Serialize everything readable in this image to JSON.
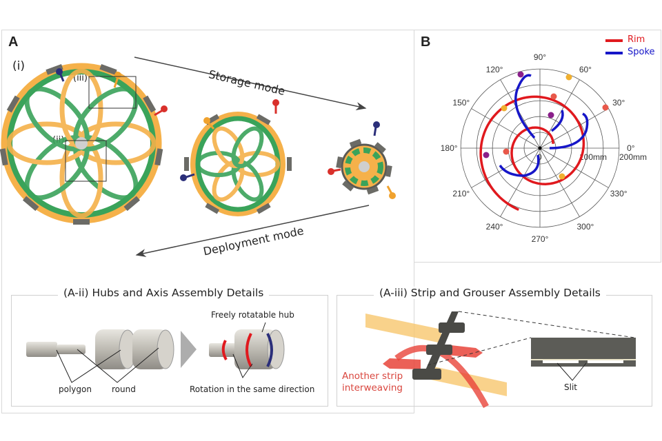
{
  "panel_a": {
    "label": "A",
    "sub_i": "(i)",
    "sub_ii": "(ii)",
    "sub_iii": "(iii)",
    "storage_mode": "Storage mode",
    "deployment_mode": "Deployment mode"
  },
  "panel_b": {
    "label": "B",
    "legend": [
      {
        "name": "Rim",
        "color": "#e0191e"
      },
      {
        "name": "Spoke",
        "color": "#1616c8"
      }
    ]
  },
  "detail_ii": {
    "title": "(A-ii) Hubs and Axis Assembly Details",
    "polygon": "polygon",
    "round": "round",
    "freely_rotatable_hub": "Freely rotatable hub",
    "rotation_same_direction": "Rotation in the same direction"
  },
  "detail_iii": {
    "title": "(A-iii) Strip and Grouser Assembly Details",
    "another_strip": "Another strip",
    "interweaving": "interweaving",
    "slit": "Slit"
  },
  "colors": {
    "green_strip": "#3aa35a",
    "orange_strip": "#f5b14a",
    "grouser": "#6b6b66",
    "rim": "#e0191e",
    "spoke": "#1616c8",
    "arrow_red": "#e8443a",
    "arrow_navy": "#2b2f7a"
  },
  "chart_data": {
    "type": "polar",
    "title": "",
    "angle_ticks": [
      "0°",
      "30°",
      "60°",
      "90°",
      "120°",
      "150°",
      "180°",
      "210°",
      "240°",
      "270°",
      "300°",
      "330°"
    ],
    "radial_ticks": [
      "0",
      "100mm",
      "200mm"
    ],
    "radial_max_mm": 300,
    "grid": true,
    "legend_position": "top-right",
    "series": [
      {
        "name": "Rim",
        "color": "#e0191e",
        "description": "spiral from ~60mm near center expanding outward to ~230mm"
      },
      {
        "name": "Spoke",
        "color": "#1616c8",
        "description": "hook-shaped curves linking inner to outer rim segments"
      }
    ]
  }
}
